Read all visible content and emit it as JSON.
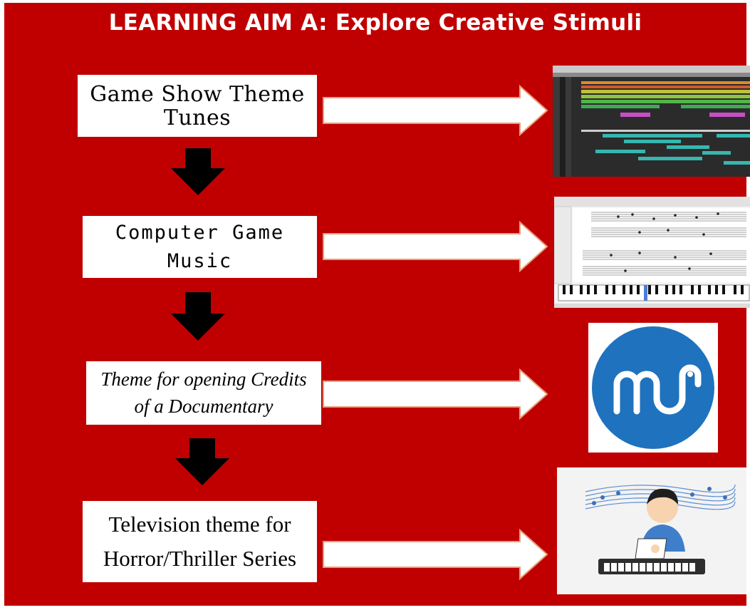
{
  "title": "LEARNING AIM A: Explore Creative Stimuli",
  "stimuli": [
    {
      "label": "Game Show Theme\nTunes",
      "image": "daw-screenshot"
    },
    {
      "label": "Computer Game\nMusic",
      "image": "sheet-music-screenshot"
    },
    {
      "label": "Theme for opening Credits\nof a Documentary",
      "image": "musescore-logo"
    },
    {
      "label": "Television theme for\nHorror/Thriller Series",
      "image": "composer-illustration"
    }
  ],
  "colors": {
    "background": "#c00000",
    "box": "#ffffff",
    "arrow_fill": "#ffffff",
    "arrow_stroke": "#e6a07a",
    "down_arrow": "#000000",
    "logo_blue": "#1f72bd"
  }
}
